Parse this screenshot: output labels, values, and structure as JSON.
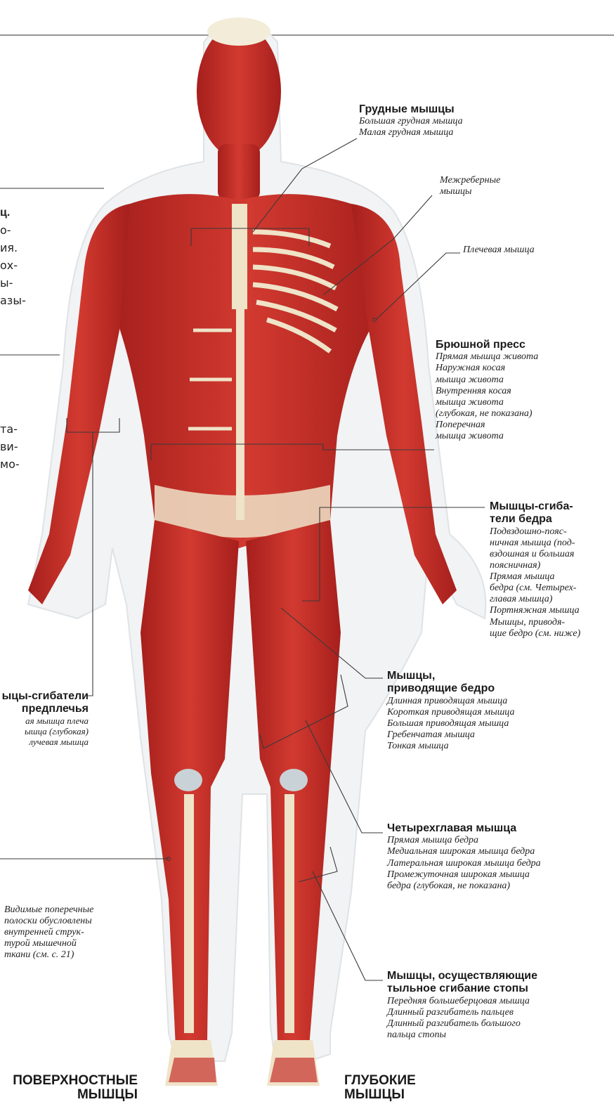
{
  "labels": {
    "pectoral": {
      "title": "Грудные мышцы",
      "items": [
        "Большая грудная мышца",
        "Малая грудная мышца"
      ]
    },
    "intercostal": {
      "items": [
        "Межреберные",
        "мышцы"
      ]
    },
    "deltoid": {
      "items": [
        "Плечевая мышца"
      ]
    },
    "abdominal": {
      "title": "Брюшной пресс",
      "items": [
        "Прямая мышца живота",
        "Наружная косая",
        "мышца живота",
        "Внутренняя косая",
        "мышца живота",
        "(глубокая, не показана)",
        "Поперечная",
        "мышца живота"
      ]
    },
    "hip_flexors": {
      "title": [
        "Мышцы-сгиба-",
        "тели бедра"
      ],
      "items": [
        "Подвздошно-пояс-",
        "ничная мышца (под-",
        "вздошная и большая",
        "поясничная)",
        "Прямая мышца",
        "бедра (см. Четырех-",
        "главая мышца)",
        "Портняжная мышца",
        "Мышцы, приводя-",
        "щие бедро (см. ниже)"
      ]
    },
    "adductors": {
      "title": [
        "Мышцы,",
        "приводящие бедро"
      ],
      "items": [
        "Длинная приводящая мышца",
        "Короткая приводящая мышца",
        "Большая приводящая мышца",
        "Гребенчатая мышца",
        "Тонкая мышца"
      ]
    },
    "quadriceps": {
      "title": "Четырехглавая мышца",
      "items": [
        "Прямая мышца бедра",
        "Медиальная широкая мышца бедра",
        "Латеральная широкая мышца бедра",
        "Промежуточная широкая мышца",
        "бедра (глубокая, не показана)"
      ]
    },
    "dorsiflexors": {
      "title": [
        "Мышцы, осуществляющие",
        "тыльное сгибание стопы"
      ],
      "items": [
        "Передняя большеберцовая мышца",
        "Длинный разгибатель пальцев",
        "Длинный разгибатель большого",
        "пальца стопы"
      ]
    },
    "forearm_flexors": {
      "title": [
        "ыцы-сгибатели",
        "предплечья"
      ],
      "items": [
        "ая мышца плеча",
        "ышца (глубокая)",
        "лучевая мышца"
      ]
    },
    "striations": {
      "items": [
        "Видимые поперечные",
        "полоски обусловлены",
        "внутренней струк-",
        "турой мышечной",
        "ткани (см. с. 21)"
      ]
    }
  },
  "left_fragments": {
    "block1": [
      "ц.",
      "о-",
      "ия.",
      "ох-",
      "ы-",
      "азы-"
    ],
    "block2": [
      "та-",
      "ви-",
      "мо-"
    ]
  },
  "footer": {
    "superficial": [
      "ПОВЕРХНОСТНЫЕ",
      "МЫШЦЫ"
    ],
    "deep": [
      "ГЛУБОКИЕ",
      "МЫШЦЫ"
    ]
  },
  "colors": {
    "muscle": "#c8302b",
    "muscle_dark": "#9e1f1c",
    "tendon": "#f1e6cf",
    "bone": "#efe3c8",
    "line": "#3a3a3a"
  }
}
